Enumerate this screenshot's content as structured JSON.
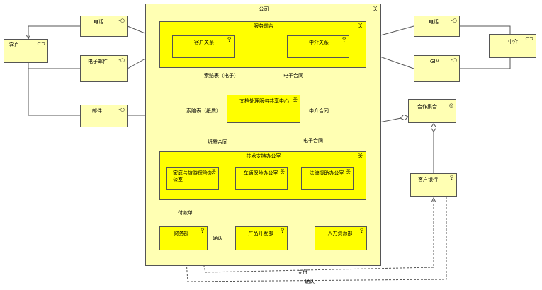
{
  "colors": {
    "company": "#ffffb3",
    "element": "#ffff00",
    "external": "#ffffb3",
    "line": "#555555"
  },
  "company": {
    "title": "公司"
  },
  "front": {
    "title": "服务前台",
    "customer_rel": "客户关系",
    "agent_rel": "中介关系"
  },
  "center": {
    "title": "文档处理服务共享中心"
  },
  "tech": {
    "title": "技术支持办公室",
    "home_travel": "家庭与旅游保险办公室",
    "vehicle": "车辆保险办公室",
    "legal": "法律援助办公室"
  },
  "departments": {
    "finance": "财务部",
    "product": "产品开发部",
    "hr": "人力资源部"
  },
  "left": {
    "phone": "电话",
    "email": "电子邮件",
    "mail": "邮件",
    "customer": "客户"
  },
  "right": {
    "phone": "电话",
    "gim": "GIM",
    "agent": "中介",
    "partnership": "合作集合",
    "customer_bank": "客户银行"
  },
  "edge_labels": {
    "claim_electronic": "索赔表（电子）",
    "contract_electronic_top": "电子合同",
    "claim_paper": "索赔表（纸质）",
    "agent_contract": "中介合同",
    "paper_contract": "纸质合同",
    "contract_electronic_bottom": "电子合同",
    "payment_plan": "付款单",
    "confirm_right": "确认",
    "pay": "支付",
    "confirm_bottom": "确认"
  },
  "icons": {
    "actor": "actor-icon",
    "role": "role-icon",
    "interface": "interface-icon",
    "collaboration": "collaboration-icon"
  }
}
